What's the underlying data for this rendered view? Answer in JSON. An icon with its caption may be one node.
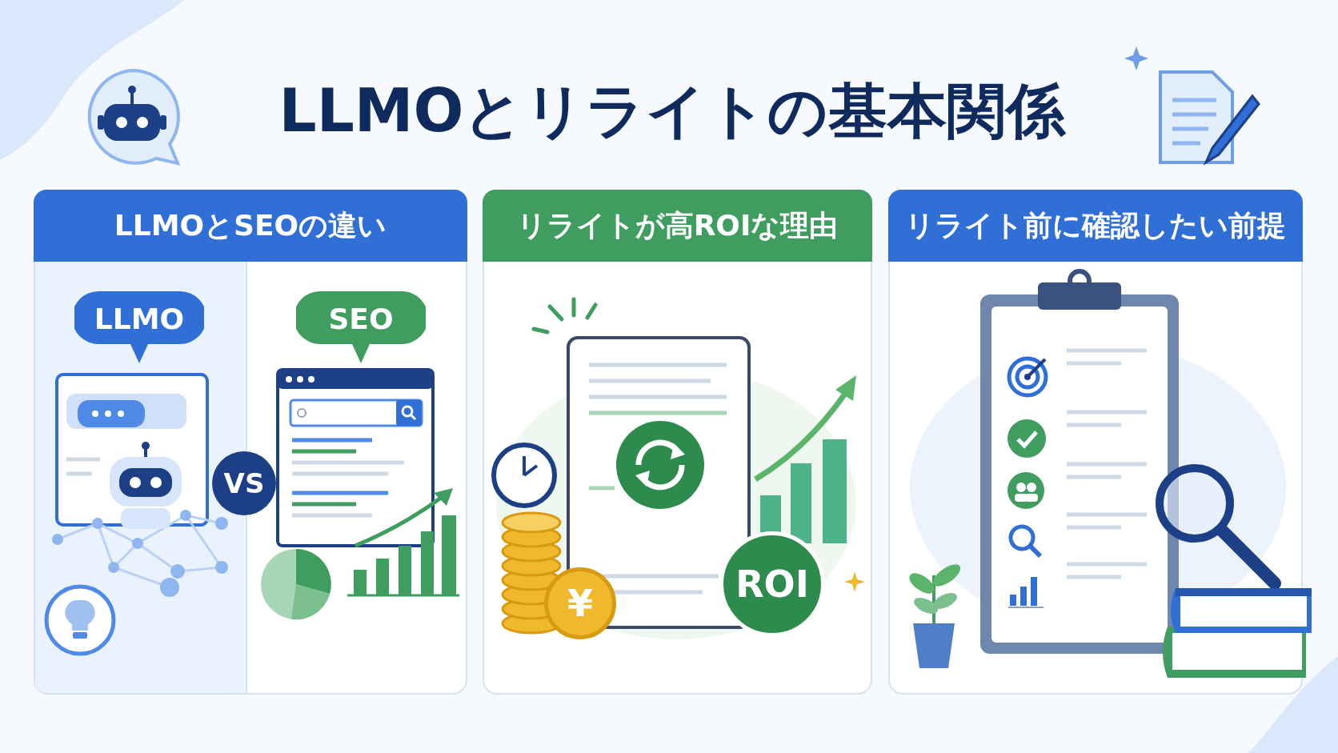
{
  "diagram": {
    "title": "LLMOとリライトの基本関係",
    "nodes": [
      {
        "text": [
          "LLMOとSEOの違い"
        ]
      },
      {
        "text": [
          "LLMO"
        ],
        "in": 0
      },
      {
        "text": [
          "SEO"
        ],
        "in": 0
      },
      {
        "text": [
          "VS"
        ],
        "in": 0
      },
      {
        "text": [
          "リライトが高ROIな理由"
        ]
      },
      {
        "text": [
          "¥"
        ],
        "in": 4
      },
      {
        "text": [
          "ROI"
        ],
        "in": 4
      },
      {
        "text": [
          "リライト前に確認したい前提"
        ]
      }
    ]
  }
}
